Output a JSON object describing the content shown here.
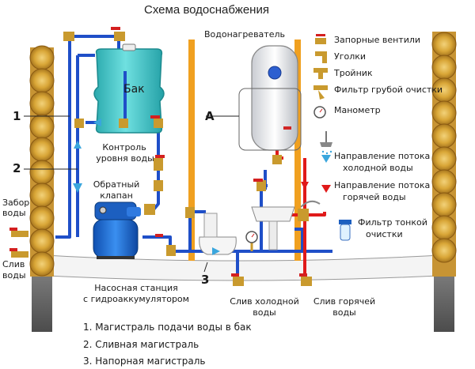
{
  "title": "Схема водоснабжения",
  "labels": {
    "water_heater": "Водонагреватель",
    "tank": "Бак",
    "level_control_1": "Контроль",
    "level_control_2": "уровня воды",
    "check_valve_1": "Обратный",
    "check_valve_2": "клапан",
    "water_intake_1": "Забор",
    "water_intake_2": "воды",
    "drain_1": "Слив",
    "drain_2": "воды",
    "pump_station_1": "Насосная станция",
    "pump_station_2": "с гидроаккумулятором",
    "cold_drain_1": "Слив холодной",
    "cold_drain_2": "воды",
    "hot_drain_1": "Слив горячей",
    "hot_drain_2": "воды",
    "marker_a": "А",
    "marker_1": "1",
    "marker_2": "2",
    "marker_3": "3"
  },
  "legend": [
    {
      "label": "Запорные вентили",
      "icon": "shutoff-valve-icon"
    },
    {
      "label": "Уголки",
      "icon": "elbow-fitting-icon"
    },
    {
      "label": "Тройник",
      "icon": "tee-fitting-icon"
    },
    {
      "label": "Фильтр грубой очистки",
      "icon": "coarse-filter-icon"
    },
    {
      "label": "Манометр",
      "icon": "pressure-gauge-icon"
    },
    {
      "label_1": "Направление потока",
      "label_2": "холодной воды",
      "icon": "cold-flow-arrow-icon",
      "color": "#3aa6dd"
    },
    {
      "label_1": "Направление потока",
      "label_2": "горячей воды",
      "icon": "hot-flow-arrow-icon",
      "color": "#e02020"
    },
    {
      "label_1": "Фильтр тонкой",
      "label_2": "очистки",
      "icon": "fine-filter-icon"
    }
  ],
  "notes": [
    "1. Магистраль подачи воды в бак",
    "2. Сливная магистраль",
    "3. Напорная магистраль"
  ],
  "colors": {
    "cold_pipe": "#1f4fc8",
    "hot_pipe": "#e01a1a",
    "tank": "#3cc6c6",
    "pump": "#1e6fd8",
    "wood": "#d8a535",
    "brass": "#c99a2e",
    "valve_red": "#d42020",
    "ground": "#6c6c6c",
    "post": "#f0a020"
  }
}
